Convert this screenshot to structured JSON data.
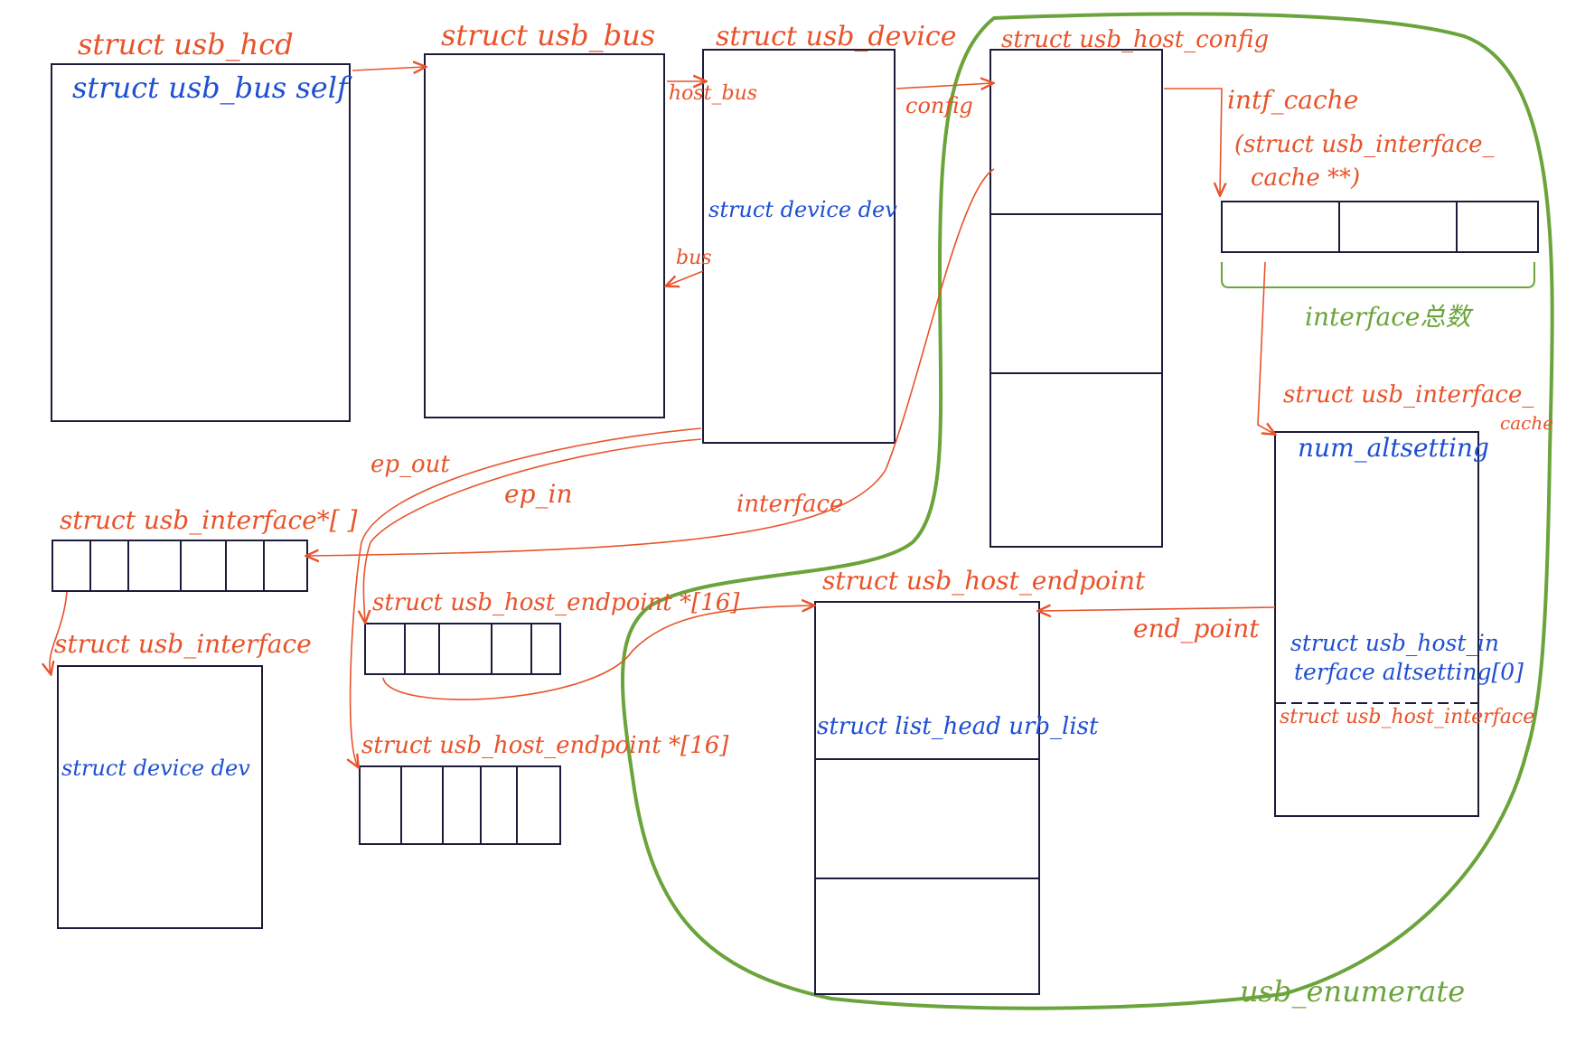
{
  "colors": {
    "box_stroke": "#1c1c3a",
    "struct_label": "#e8532a",
    "field_label": "#1f4fd1",
    "region": "#6aa43a"
  },
  "structs": {
    "usb_hcd": {
      "title": "struct usb_hcd",
      "field": "struct usb_bus self"
    },
    "usb_bus": {
      "title": "struct usb_bus"
    },
    "usb_device": {
      "title": "struct usb_device",
      "field": "struct device dev"
    },
    "usb_host_config": {
      "title": "struct usb_host_config"
    },
    "interface_ptr_array": {
      "title": "struct usb_interface*[ ]"
    },
    "usb_interface": {
      "title": "struct usb_interface",
      "field": "struct device dev"
    },
    "ep_array_in": {
      "title": "struct usb_host_endpoint *[16]"
    },
    "ep_array_out": {
      "title": "struct usb_host_endpoint *[16]"
    },
    "usb_host_endpoint": {
      "title": "struct usb_host_endpoint",
      "field": "struct list_head urb_list"
    },
    "intf_cache_array": {
      "label_line1": "intf_cache",
      "label_line2": "(struct usb_interface_",
      "label_line3": "cache **)"
    },
    "usb_interface_cache": {
      "title_line1": "struct usb_interface_",
      "title_line2": "cache",
      "field1": "num_altsetting",
      "field2_line1": "struct usb_host_in",
      "field2_line2": "terface altsetting[0]",
      "field3": "struct usb_host_interface"
    }
  },
  "arrows": {
    "host_bus": "host_bus",
    "bus": "bus",
    "config": "config",
    "ep_out": "ep_out",
    "ep_in": "ep_in",
    "interface": "interface",
    "end_point": "end_point"
  },
  "annotations": {
    "interface_count": "interface总数",
    "usb_enumerate": "usb_enumerate"
  }
}
